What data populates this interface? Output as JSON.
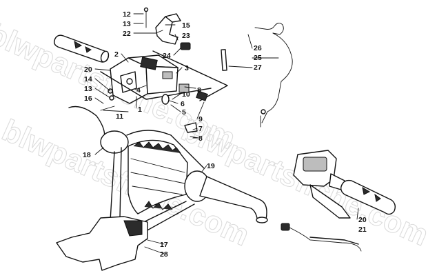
{
  "watermark": {
    "text_top": "blwpartsfiche.com",
    "text_mid": "blwpartsfiche.com",
    "text_bottom": "blwpartsfiche.com"
  },
  "labels": {
    "l12": "12",
    "l13a": "13",
    "l22": "22",
    "l15": "15",
    "l23": "23",
    "l24": "24",
    "l2": "2",
    "l20a": "20",
    "l14": "14",
    "l13b": "13",
    "l16": "16",
    "l11": "11",
    "l1": "1",
    "l4": "4",
    "l3": "3",
    "l8a": "8",
    "l10": "10",
    "l6": "6",
    "l5": "5",
    "l9": "9",
    "l7": "7",
    "l8b": "8",
    "l26": "26",
    "l25": "25",
    "l27": "27",
    "l18": "18",
    "l19": "19",
    "l20b": "20",
    "l21": "21",
    "l17": "17",
    "l28": "28"
  }
}
